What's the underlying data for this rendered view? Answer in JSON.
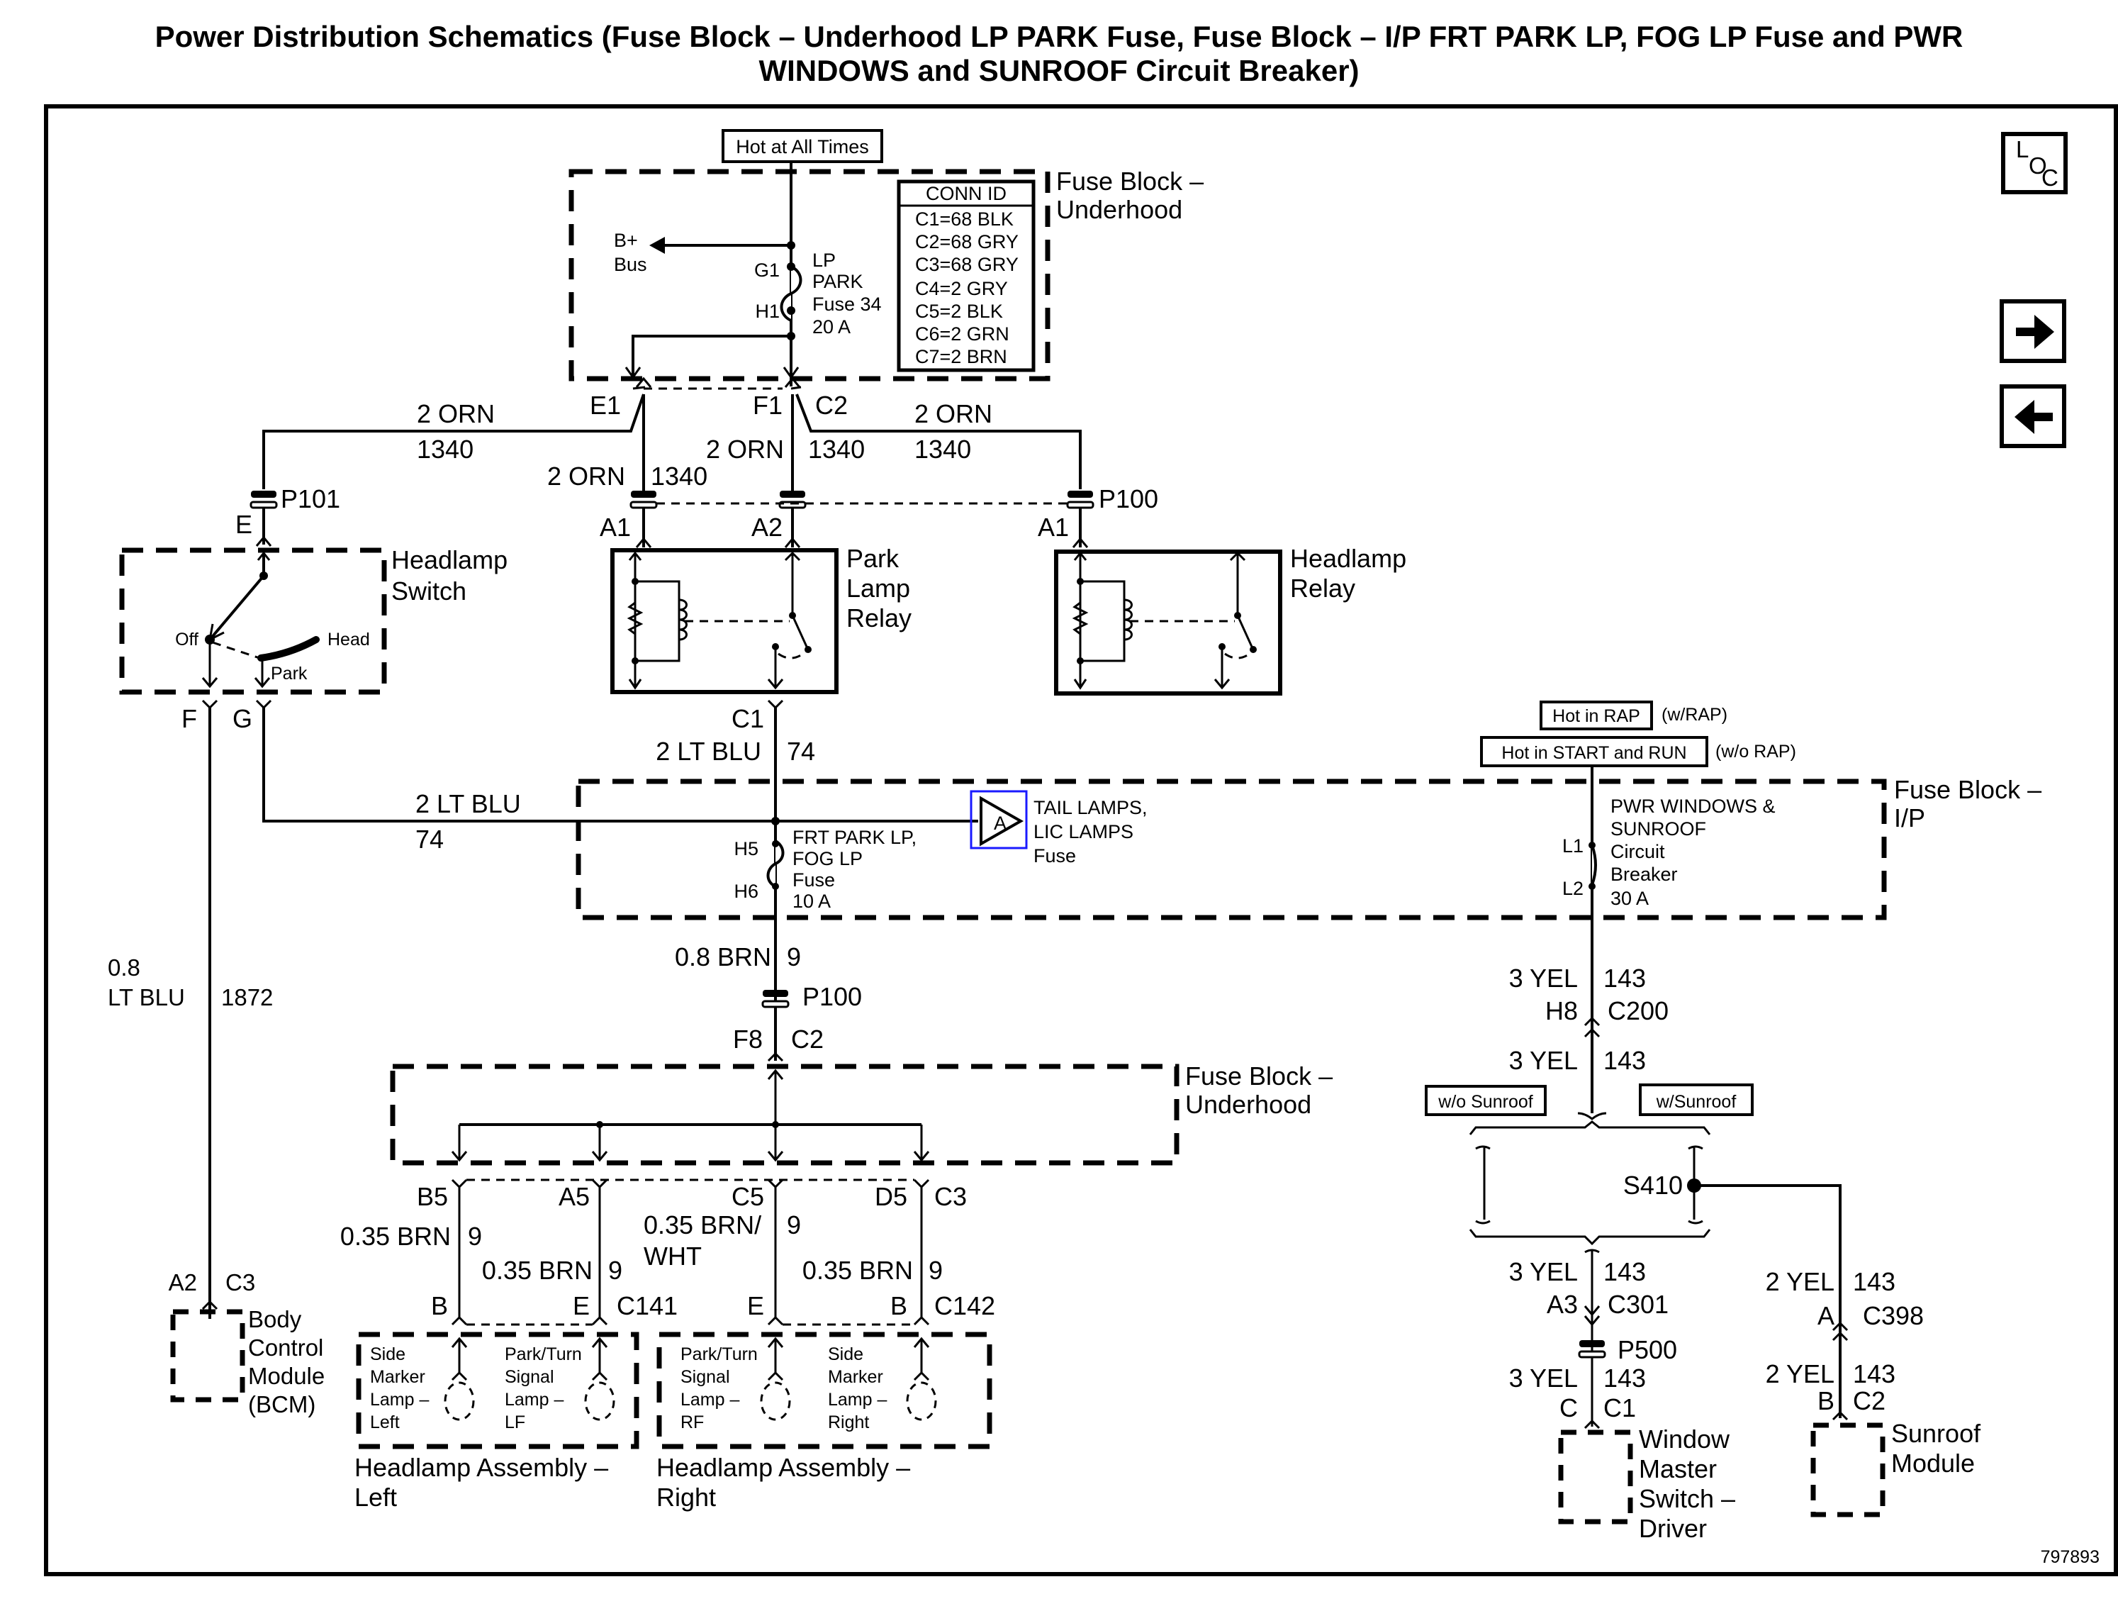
{
  "title": {
    "line1": "Power Distribution Schematics (Fuse Block – Underhood LP PARK Fuse, Fuse Block – I/P FRT PARK LP, FOG LP Fuse and PWR",
    "line2": "WINDOWS and SUNROOF Circuit Breaker)"
  },
  "nav": {
    "loc_label": [
      "L",
      "O",
      "C"
    ],
    "next_icon": "right-arrow-icon",
    "prev_icon": "left-arrow-icon"
  },
  "figure_id": "797893",
  "power_sources": {
    "hot_all_times": "Hot at All Times",
    "hot_in_rap": "Hot in RAP",
    "hot_in_rap_note": "(w/RAP)",
    "hot_start_run": "Hot in START and RUN",
    "hot_start_run_note": "(w/o RAP)"
  },
  "underhood_block": {
    "label1": "Fuse Block –",
    "label2": "Underhood",
    "bplus": "B+",
    "bus": "Bus",
    "fuse_pin_in": "G1",
    "fuse_pin_out": "H1",
    "fuse_lines": [
      "LP",
      "PARK",
      "Fuse 34",
      "20 A"
    ],
    "conn_id_header": "CONN ID",
    "conn_ids": [
      "C1=68 BLK",
      "C2=68 GRY",
      "C3=68 GRY",
      "C4=2 GRY",
      "C5=2 BLK",
      "C6=2 GRN",
      "C7=2 BRN"
    ],
    "out_pin_left": "E1",
    "out_pin_right": "F1",
    "out_conn": "C2"
  },
  "wires_top": {
    "left_color": "2 ORN",
    "left_num": "1340",
    "mid_left_color": "2 ORN",
    "mid_left_num": "1340",
    "mid_color": "2 ORN",
    "mid_num": "1340",
    "right_color": "2 ORN",
    "right_num": "1340"
  },
  "connectors_top": {
    "p101": "P101",
    "p101_pin": "E",
    "park_a1": "A1",
    "park_a2": "A2",
    "p100": "P100",
    "head_a1": "A1"
  },
  "headlamp_switch": {
    "label1": "Headlamp",
    "label2": "Switch",
    "off": "Off",
    "head": "Head",
    "park": "Park",
    "pin_f": "F",
    "pin_g": "G"
  },
  "park_relay": {
    "label": [
      "Park",
      "Lamp",
      "Relay"
    ],
    "out_pin": "C1",
    "out_color": "2 LT BLU",
    "out_num": "74"
  },
  "headlamp_relay": {
    "label": [
      "Headlamp",
      "Relay"
    ]
  },
  "ltblu_wire": {
    "color": "2 LT BLU",
    "num": "74"
  },
  "ip_block": {
    "label1": "Fuse Block –",
    "label2": "I/P",
    "fuse_pin_in": "H5",
    "fuse_pin_out": "H6",
    "fuse_lines": [
      "FRT PARK LP,",
      "FOG LP",
      "Fuse",
      "10 A"
    ],
    "ref_symbol": "A",
    "ref_lines": [
      "TAIL LAMPS,",
      "LIC LAMPS",
      "Fuse"
    ],
    "cb_pin_in": "L1",
    "cb_pin_out": "L2",
    "cb_lines": [
      "PWR WINDOWS &",
      "SUNROOF",
      "Circuit",
      "Breaker",
      "30 A"
    ]
  },
  "bcm_wire": {
    "size": "0.8",
    "color": "LT BLU",
    "num": "1872",
    "pin": "A2",
    "conn": "C3"
  },
  "bcm": {
    "label": [
      "Body",
      "Control",
      "Module",
      "(BCM)"
    ]
  },
  "brown_feed": {
    "color": "0.8 BRN",
    "num": "9",
    "splice": "P100",
    "pin": "F8",
    "conn": "C2"
  },
  "underhood_lower": {
    "label1": "Fuse Block –",
    "label2": "Underhood",
    "pins": [
      "B5",
      "A5",
      "C5",
      "D5"
    ],
    "conn": "C3"
  },
  "lamp_wires": [
    {
      "color": "0.35 BRN",
      "num": "9",
      "pin": "B"
    },
    {
      "color": "0.35 BRN",
      "num": "9",
      "pin": "E",
      "conn": "C141"
    },
    {
      "color1": "0.35 BRN/",
      "color2": "WHT",
      "num": "9",
      "pin": "E"
    },
    {
      "color": "0.35 BRN",
      "num": "9",
      "pin": "B",
      "conn": "C142"
    }
  ],
  "lamps": [
    {
      "lines": [
        "Side",
        "Marker",
        "Lamp –",
        "Left"
      ]
    },
    {
      "lines": [
        "Park/Turn",
        "Signal",
        "Lamp –",
        "LF"
      ]
    },
    {
      "lines": [
        "Park/Turn",
        "Signal",
        "Lamp –",
        "RF"
      ]
    },
    {
      "lines": [
        "Side",
        "Marker",
        "Lamp –",
        "Right"
      ]
    }
  ],
  "assemblies": {
    "left1": "Headlamp Assembly –",
    "left2": "Left",
    "right1": "Headlamp Assembly –",
    "right2": "Right"
  },
  "yel_circuit": {
    "top_color": "3 YEL",
    "top_num": "143",
    "c200_pin": "H8",
    "c200": "C200",
    "mid_color": "3 YEL",
    "mid_num": "143",
    "wo_sunroof": "w/o Sunroof",
    "w_sunroof": "w/Sunroof",
    "splice": "S410",
    "wm_color": "3 YEL",
    "wm_num": "143",
    "c301_pin": "A3",
    "c301": "C301",
    "p500": "P500",
    "wm2_color": "3 YEL",
    "wm2_num": "143",
    "wm_pin": "C",
    "wm_conn": "C1",
    "sr_color": "2 YEL",
    "sr_num": "143",
    "c398_pin": "A",
    "c398": "C398",
    "sr2_color": "2 YEL",
    "sr2_num": "143",
    "sr_pin": "B",
    "sr_conn": "C2"
  },
  "window_switch": {
    "label": [
      "Window",
      "Master",
      "Switch –",
      "Driver"
    ]
  },
  "sunroof_module": {
    "label": [
      "Sunroof",
      "Module"
    ]
  },
  "colors": {
    "ink": "#000000",
    "paper": "#ffffff",
    "highlight": "#1a1aff"
  }
}
